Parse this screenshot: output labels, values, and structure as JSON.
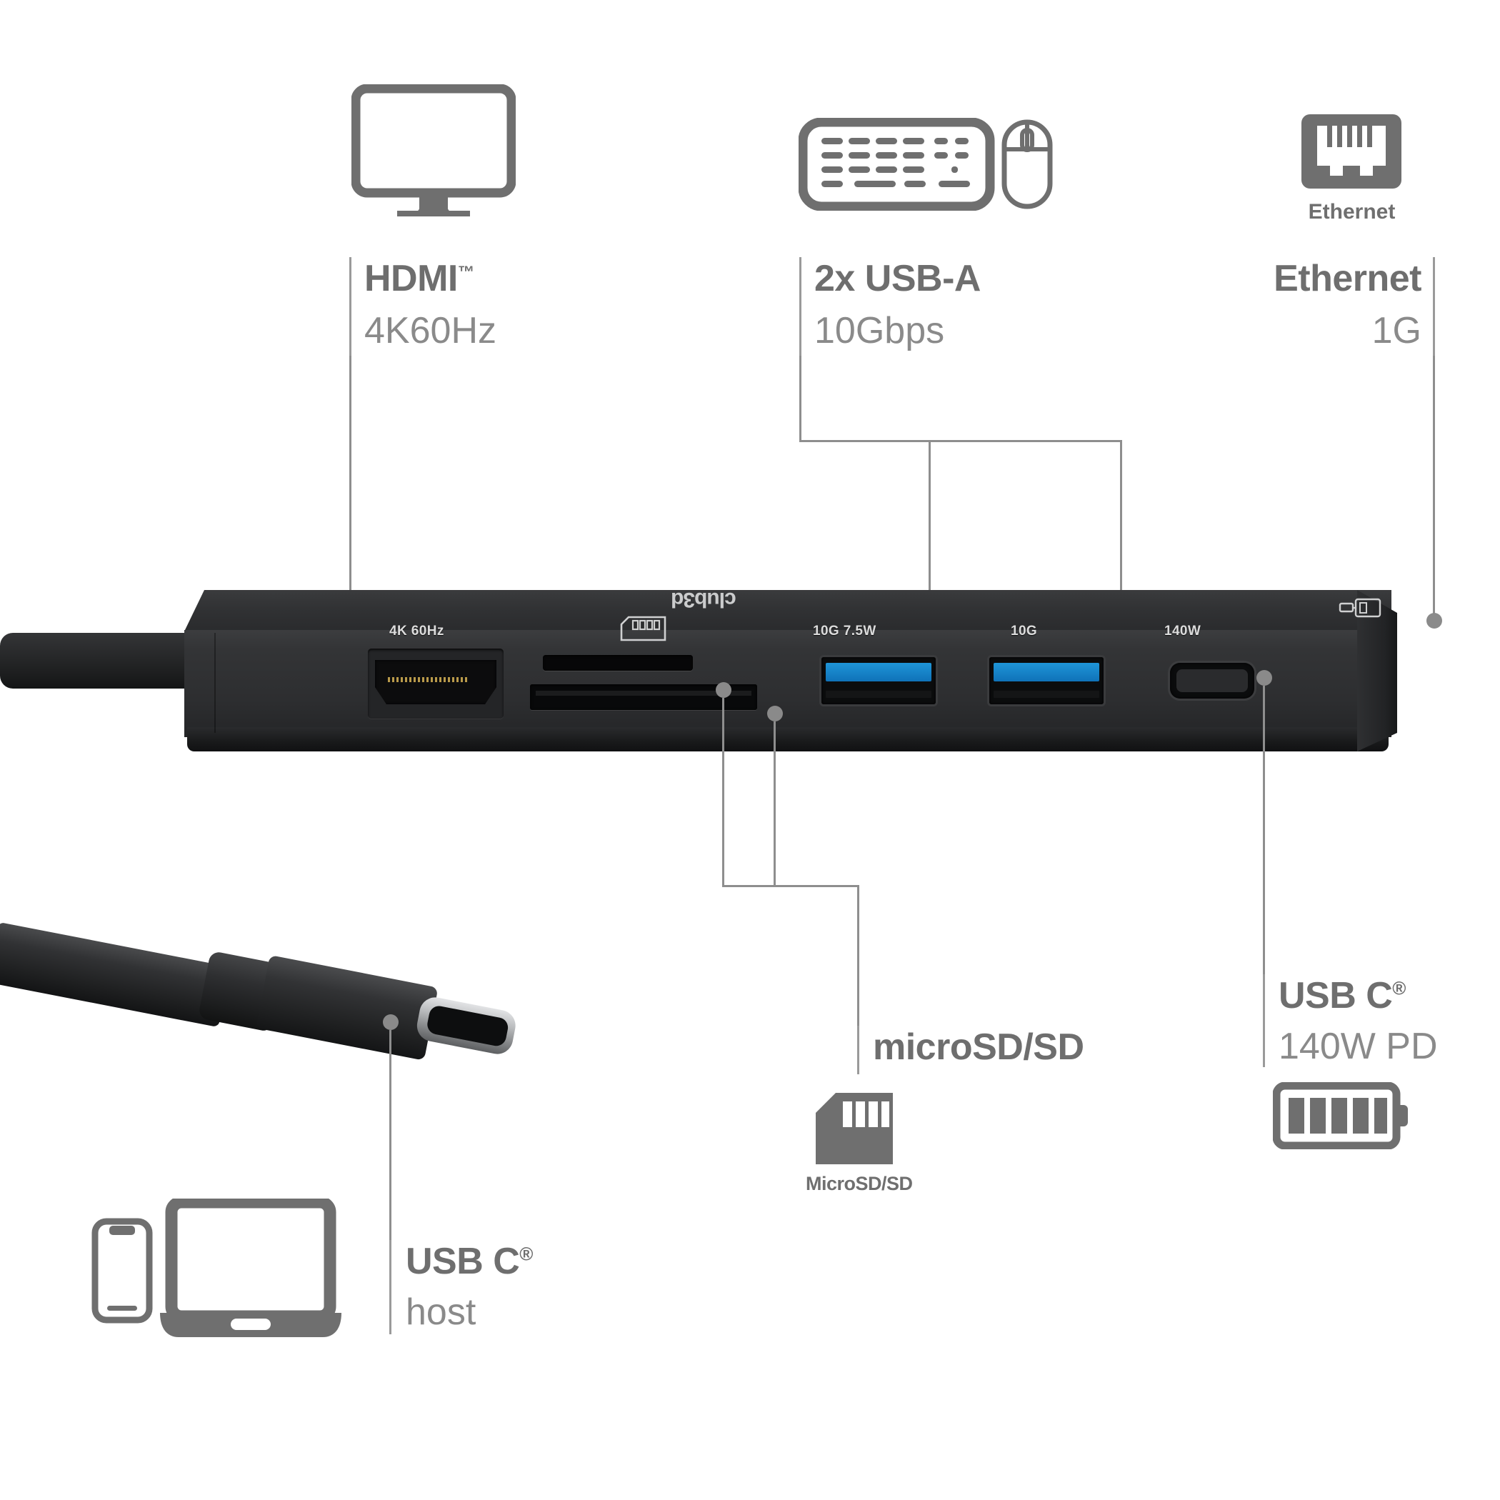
{
  "product": {
    "brand_logo_text": "club3d",
    "type": "usb-c-docking-station-hub"
  },
  "callouts": [
    {
      "id": "hdmi",
      "title": "HDMI",
      "title_superscript": "™",
      "sub": "4K60Hz",
      "icon": "monitor-icon"
    },
    {
      "id": "usb-a",
      "title": "2x USB-A",
      "title_superscript": "",
      "sub": "10Gbps",
      "icon": "keyboard-mouse-icon"
    },
    {
      "id": "ethernet",
      "title": "Ethernet",
      "title_superscript": "",
      "sub": "1G",
      "icon": "ethernet-rj45-icon",
      "icon_caption": "Ethernet"
    },
    {
      "id": "usb-c-pd",
      "title": "USB C",
      "title_superscript": "®",
      "sub": "140W PD",
      "icon": "battery-full-icon"
    },
    {
      "id": "microsd-sd",
      "title": "microSD/SD",
      "title_superscript": "",
      "sub": "",
      "icon": "sd-card-icon",
      "icon_caption": "MicroSD/SD"
    },
    {
      "id": "usb-c-host",
      "title": "USB C",
      "title_superscript": "®",
      "sub": "host",
      "icon": "phone-laptop-icon"
    }
  ],
  "device_port_labels": {
    "hdmi": "4K 60Hz",
    "card_reader_icon": "sd-card-outline-icon",
    "usb_a_1": "10G 7.5W",
    "usb_a_2": "10G",
    "usb_c_pd": "140W",
    "ethernet_side_icon": "ethernet-port-icon"
  },
  "colors": {
    "label_title": "#6e6e6e",
    "label_sub": "#8a8a8a",
    "leader_line": "#8e8e8e",
    "icon_gray": "#6f6f6f",
    "usb_blue": "#1f95d8",
    "device_dark": "#313234",
    "background": "#ffffff"
  }
}
